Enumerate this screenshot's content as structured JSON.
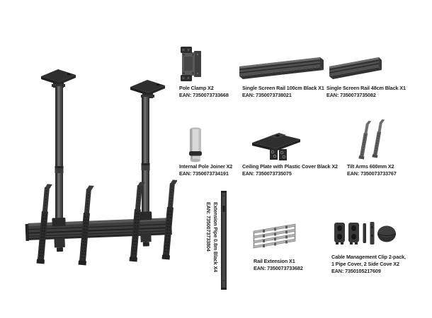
{
  "colors": {
    "background": "#ffffff",
    "label_text": "#1d1d1d",
    "part_dark": "#2e2e2e",
    "part_mid": "#4a4a4a",
    "part_gray": "#5e5e5e",
    "part_light": "#b3b3b3",
    "joiner_silver": "#d8d8d8"
  },
  "main_product": {
    "description": "Assembled dual-pole ceiling TV mount with dual rail and four tilt arms"
  },
  "products": [
    {
      "name": "Pole Clamp X2",
      "ean": "EAN: 7350073733668"
    },
    {
      "name": "Single Screen Rail 100cm Black X1",
      "ean": "EAN: 7350073738021"
    },
    {
      "name": "Single Screen Rail 48cm Black X1",
      "ean": "EAN: 7350073735082"
    },
    {
      "name": "Internal Pole Joiner X2",
      "ean": "EAN: 7350073734191"
    },
    {
      "name": "Ceiling Plate with Plastic Cover Black X2",
      "ean": "EAN: 7350073735075"
    },
    {
      "name": "Tilt Arms 600mm X2",
      "ean": "EAN: 7350073733767"
    },
    {
      "name": "Extension Pipe 0.8m Black X4",
      "ean": "EAN: 7350073733804"
    },
    {
      "name": "Rail Extension X1",
      "ean": "EAN: 7350073733682"
    },
    {
      "name": "Cable Management Clip 2-pack,",
      "name_line2": "1 Pipe Cover, 2 Side Cove X2",
      "ean": "EAN: 7350105217609"
    }
  ]
}
